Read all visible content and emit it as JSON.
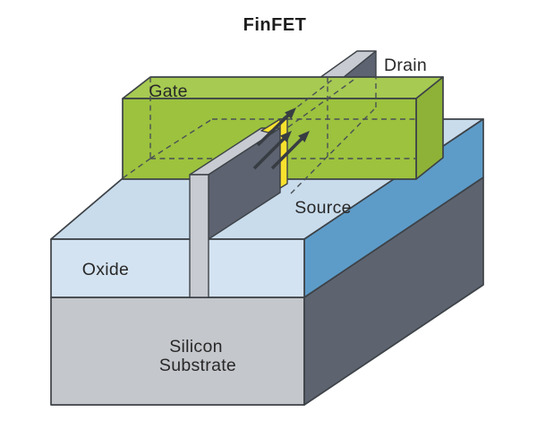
{
  "title": "FinFET",
  "diagram": {
    "labels": {
      "gate": "Gate",
      "drain": "Drain",
      "source": "Source",
      "oxide": "Oxide",
      "substrate_line1": "Silicon",
      "substrate_line2": "Substrate"
    },
    "current_arrows": 3
  },
  "colors": {
    "gate_front": "#9cc23e",
    "gate_top": "#a6ca52",
    "gate_side": "#8eb237",
    "oxide_front": "#d4e3f1",
    "oxide_top": "#c9dcec",
    "oxide_side": "#5d9cc9",
    "substrate_front": "#c4c7cc",
    "substrate_side": "#5d6470",
    "fin_light": "#c8ccd2",
    "fin_dark": "#5d6370",
    "dielectric_yellow": "#f8e12e",
    "arrow": "#383d43",
    "outline": "#3d4247",
    "hidden_edge": "#4a5054",
    "background": "#ffffff",
    "text": "#282828"
  }
}
